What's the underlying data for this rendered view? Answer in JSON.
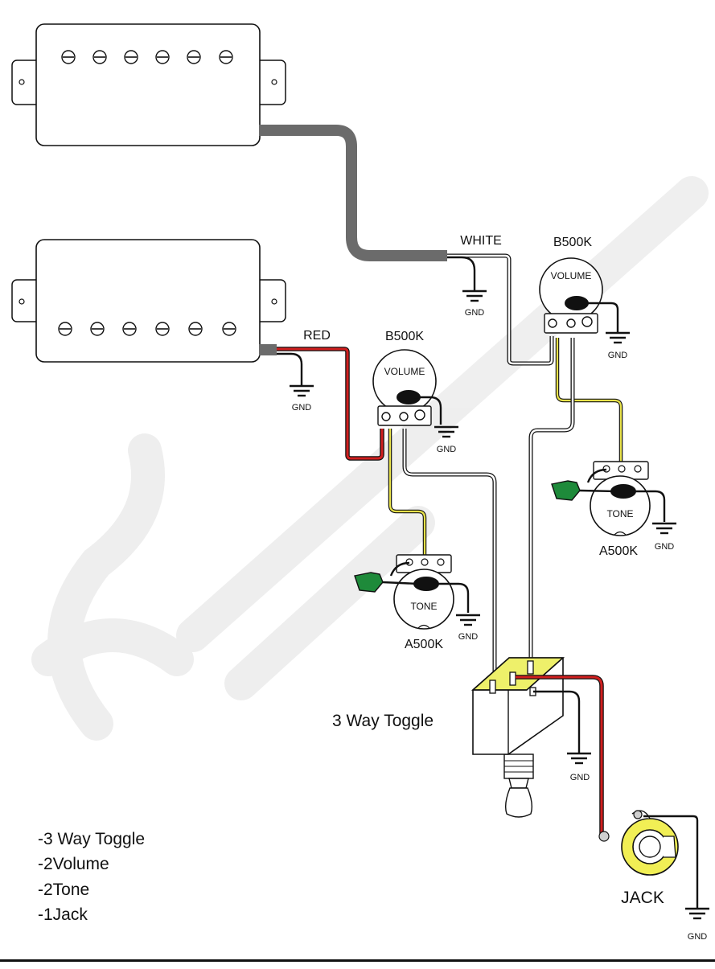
{
  "labels": {
    "white": "WHITE",
    "red": "RED",
    "gnd": "GND",
    "volume_value": "B500K",
    "volume_text": "VOLUME",
    "tone_value": "A500K",
    "tone_text": "TONE",
    "toggle": "3 Way Toggle",
    "jack": "JACK"
  },
  "parts_list": [
    "-3 Way Toggle",
    "-2Volume",
    "-2Tone",
    "-1Jack"
  ],
  "colors": {
    "shield": "#6b6b6b",
    "hot": "#d11f1f",
    "yellow": "#e8e24a",
    "ground": "#111111",
    "cap": "#1e8a3a",
    "toggle_top": "#eef06a",
    "jack_ring": "#f1ef55",
    "watermark": "#ededed"
  }
}
